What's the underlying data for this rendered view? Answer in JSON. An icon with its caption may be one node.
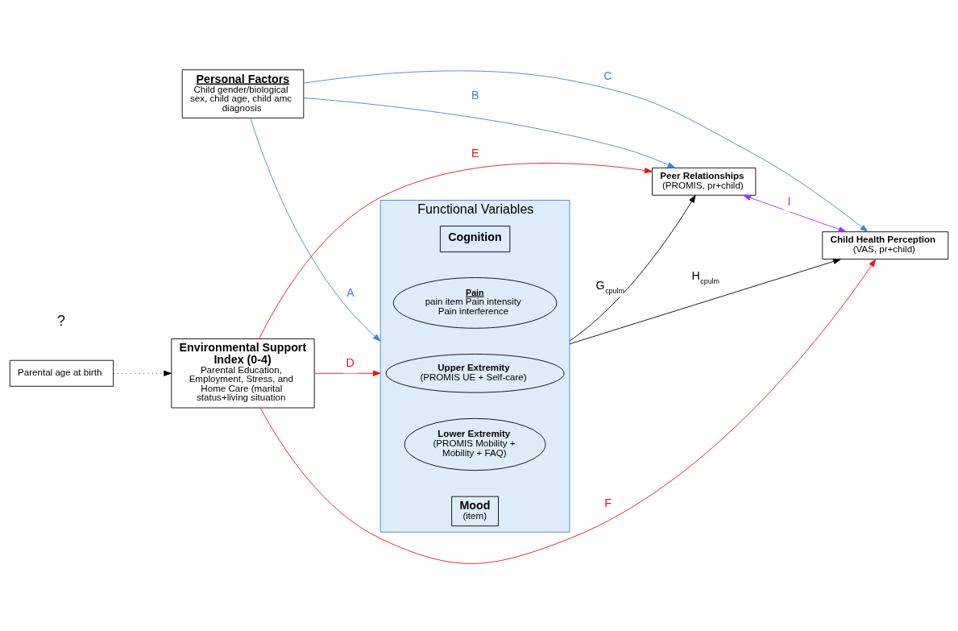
{
  "diagram": {
    "nodes": [
      {
        "text": [
          "Personal Factors",
          "Child gender/biological sex, child age, child amc diagnosis"
        ]
      },
      {
        "text": [
          "Functional Variables"
        ]
      },
      {
        "text": [
          "Cognition"
        ],
        "in": 1
      },
      {
        "text": [
          "Pain",
          "pain item Pain intensity Pain interference"
        ],
        "in": 1
      },
      {
        "text": [
          "Upper Extremity",
          "(PROMIS UE + Self-care)"
        ],
        "in": 1
      },
      {
        "text": [
          "Lower Extremity",
          "(PROMIS Mobility + Mobility + FAQ)"
        ],
        "in": 1
      },
      {
        "text": [
          "Mood",
          "(item)"
        ],
        "in": 1
      },
      {
        "text": [
          "Peer Relationships",
          "(PROMIS, pr+child)"
        ]
      },
      {
        "text": [
          "Parental age at birth"
        ]
      },
      {
        "text": [
          "Environmental Support Index (0-4)",
          "Parental Education, Employment, Stress, and Home Care (marital status+living situation"
        ]
      },
      {
        "text": [
          "Child Health Perception",
          "(VAS, pr+child)"
        ]
      }
    ],
    "edges": [
      {
        "from": 0,
        "to": 1,
        "arrow": "to",
        "label": "A",
        "color": "#3b82e6"
      },
      {
        "from": 0,
        "to": 7,
        "arrow": "to",
        "label": "B",
        "color": "#3b82e6"
      },
      {
        "from": 0,
        "to": 10,
        "arrow": "to",
        "label": "C",
        "color": "#3b82e6"
      },
      {
        "from": 9,
        "to": 1,
        "arrow": "to",
        "label": "D",
        "color": "#ee1111"
      },
      {
        "from": 9,
        "to": 7,
        "arrow": "to",
        "label": "E",
        "color": "#ee1111"
      },
      {
        "from": 9,
        "to": 10,
        "arrow": "to",
        "label": "F",
        "color": "#ee1111"
      },
      {
        "from": 1,
        "to": 7,
        "arrow": "to",
        "label": "G$_{cpulm}$",
        "color": "#000000"
      },
      {
        "from": 1,
        "to": 10,
        "arrow": "to",
        "label": "H$_{cpulm}$",
        "color": "#000000"
      },
      {
        "from": 7,
        "to": 10,
        "arrow": "both",
        "label": "I",
        "color": "#9b30ff"
      },
      {
        "from": 8,
        "to": 9,
        "arrow": "to",
        "style": "dashed",
        "color": "#000000"
      }
    ],
    "labels": [
      "?"
    ]
  }
}
